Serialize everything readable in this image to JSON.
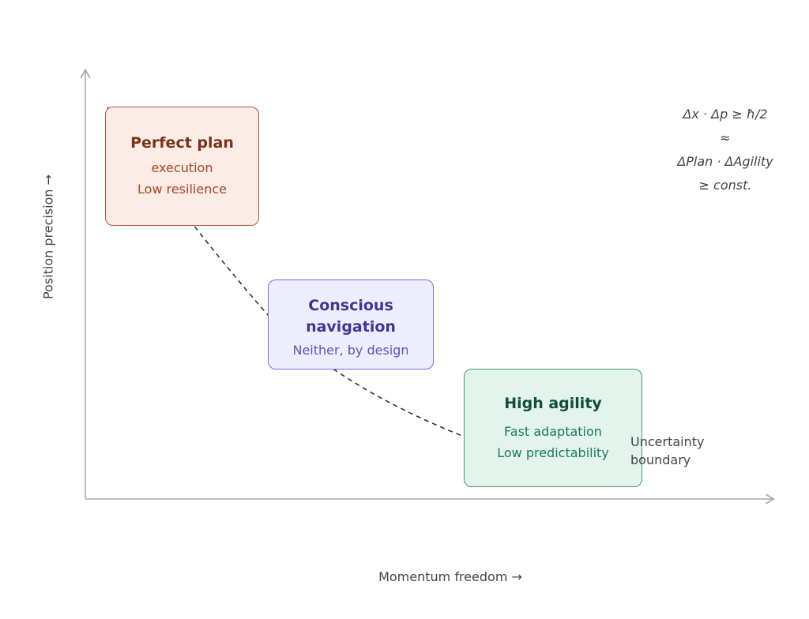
{
  "boxes": {
    "plan": {
      "title": "Perfect plan",
      "lines": [
        "execution",
        "Low resilience"
      ]
    },
    "nav": {
      "title": "Conscious navigation",
      "lines": [
        "Neither, by design"
      ]
    },
    "agile": {
      "title": "High agility",
      "lines": [
        "Fast adaptation",
        "Low predictability"
      ]
    }
  },
  "formula": [
    "Δx · Δp ≥ ħ/2",
    "≈",
    "ΔPlan · ΔAgility",
    "≥ const."
  ],
  "axes": {
    "x_label": "Momentum freedom →",
    "y_label": "Position precision →"
  },
  "annotation": {
    "line1": "Uncertainty",
    "line2": "boundary"
  },
  "colors": {
    "plan_fill": "#fbece6",
    "plan_border": "#b5553a",
    "nav_fill": "#eeedfd",
    "nav_border": "#7b6fd4",
    "agile_fill": "#e2f4ec",
    "agile_border": "#3f9c77",
    "curve": "#333333",
    "axis": "#aaaaaa"
  }
}
